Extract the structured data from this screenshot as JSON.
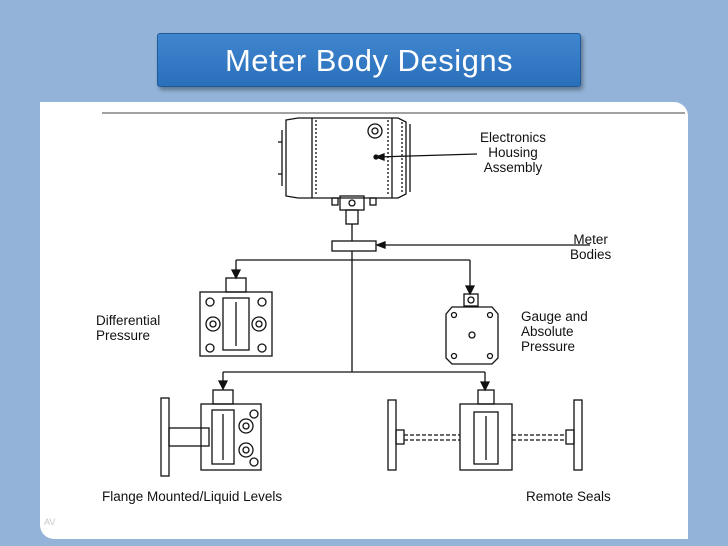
{
  "slide": {
    "title": "Meter Body Designs",
    "credit": "AV"
  },
  "diagram": {
    "labels": {
      "electronics": "Electronics\nHousing\nAssembly",
      "meter_bodies": "Meter\nBodies",
      "differential": "Differential\nPressure",
      "gauge": "Gauge and\nAbsolute\nPressure",
      "flange": "Flange Mounted/Liquid Levels",
      "remote": "Remote Seals"
    }
  }
}
